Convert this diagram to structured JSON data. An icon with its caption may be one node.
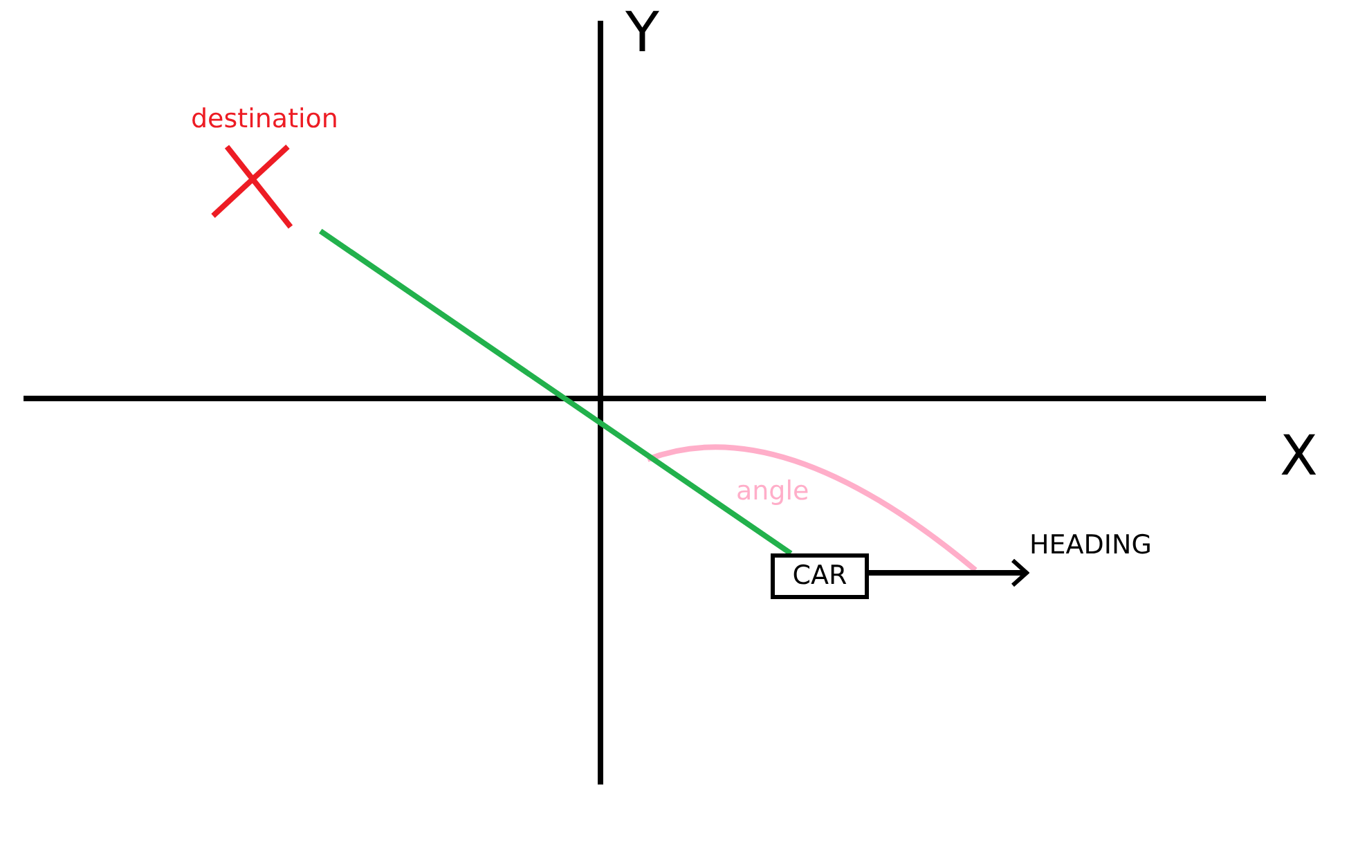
{
  "diagram": {
    "nodes": [
      {
        "text": [
          "destination"
        ]
      },
      {
        "text": [
          "CAR"
        ]
      },
      {
        "text": [
          "HEADING"
        ]
      }
    ],
    "edges": [
      {
        "from": 1,
        "to": 0,
        "arrow": "none",
        "color": "#22b14c"
      },
      {
        "from": 1,
        "to": 2,
        "arrow": "to",
        "color": "#000000"
      }
    ],
    "labels": [
      "Y",
      "X",
      "angle"
    ]
  }
}
